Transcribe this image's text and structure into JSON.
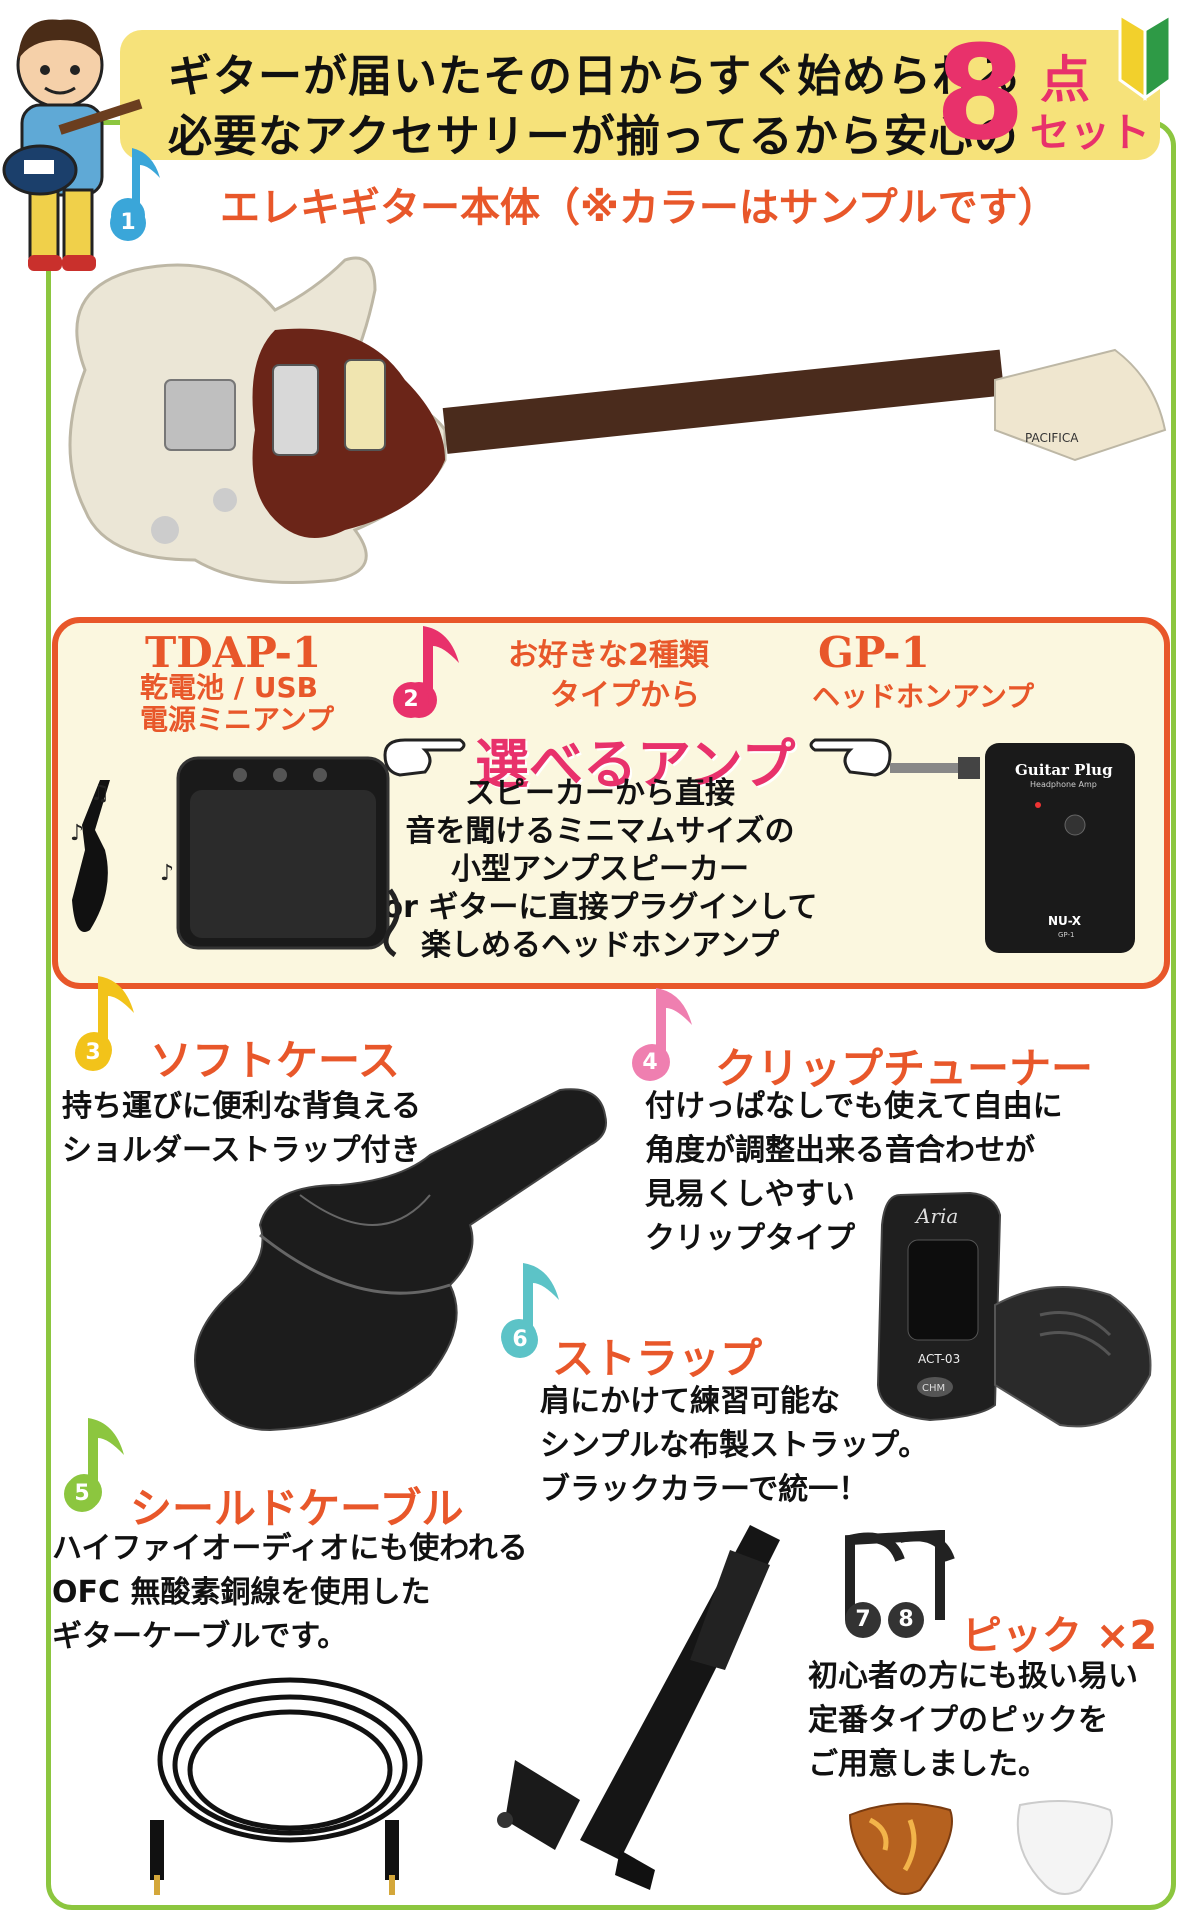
{
  "header": {
    "line1": "ギターが届いたその日からすぐ始められる",
    "line2": "必要なアクセサリーが揃ってるから安心の",
    "count": "8",
    "count_suffix_top": "点",
    "count_suffix_bottom": "セット"
  },
  "items": [
    {
      "num": "1",
      "title": "エレキギター本体（※カラーはサンプルです）"
    },
    {
      "num": "2",
      "lead_line1": "お好きな2種類",
      "lead_line2": "タイプから",
      "title": "選べるアンプ",
      "left_model": "TDAP-1",
      "left_sub1": "乾電池 / USB",
      "left_sub2": "電源ミニアンプ",
      "right_model": "GP-1",
      "right_sub": "ヘッドホンアンプ",
      "desc": [
        "スピーカーから直接",
        "音を聞けるミニマムサイズの",
        "小型アンプスピーカー",
        "or ギターに直接プラグインして",
        "楽しめるヘッドホンアンプ"
      ],
      "plug_brand": "Guitar Plug",
      "plug_sub": "Headphone Amp",
      "plug_logo": "NU-X",
      "plug_model": "GP-1"
    },
    {
      "num": "3",
      "title": "ソフトケース",
      "desc": [
        "持ち運びに便利な背負える",
        "ショルダーストラップ付き"
      ]
    },
    {
      "num": "4",
      "title": "クリップチューナー",
      "desc": [
        "付けっぱなしでも使えて自由に",
        "角度が調整出来る音合わせが",
        "見易くしやすい",
        "クリップタイプ"
      ],
      "tuner_brand": "Aria",
      "tuner_model": "ACT-03",
      "tuner_btn": "CHM"
    },
    {
      "num": "5",
      "title": "シールドケーブル",
      "desc": [
        "ハイファイオーディオにも使われる",
        "OFC 無酸素銅線を使用した",
        "ギターケーブルです。"
      ]
    },
    {
      "num": "6",
      "title": "ストラップ",
      "desc": [
        "肩にかけて練習可能な",
        "シンプルな布製ストラップ。",
        "ブラックカラーで統一！"
      ]
    },
    {
      "num_a": "7",
      "num_b": "8",
      "title": "ピック ×2",
      "desc": [
        "初心者の方にも扱い易い",
        "定番タイプのピックを",
        "ご用意しました。"
      ]
    }
  ],
  "guitar": {
    "headstock_text": "PACIFICA"
  },
  "colors": {
    "frame": "#8cc63f",
    "title": "#e8572a",
    "accent_pink": "#e8316b",
    "header_bg": "#f6e27a",
    "amp_border": "#e8572a"
  }
}
